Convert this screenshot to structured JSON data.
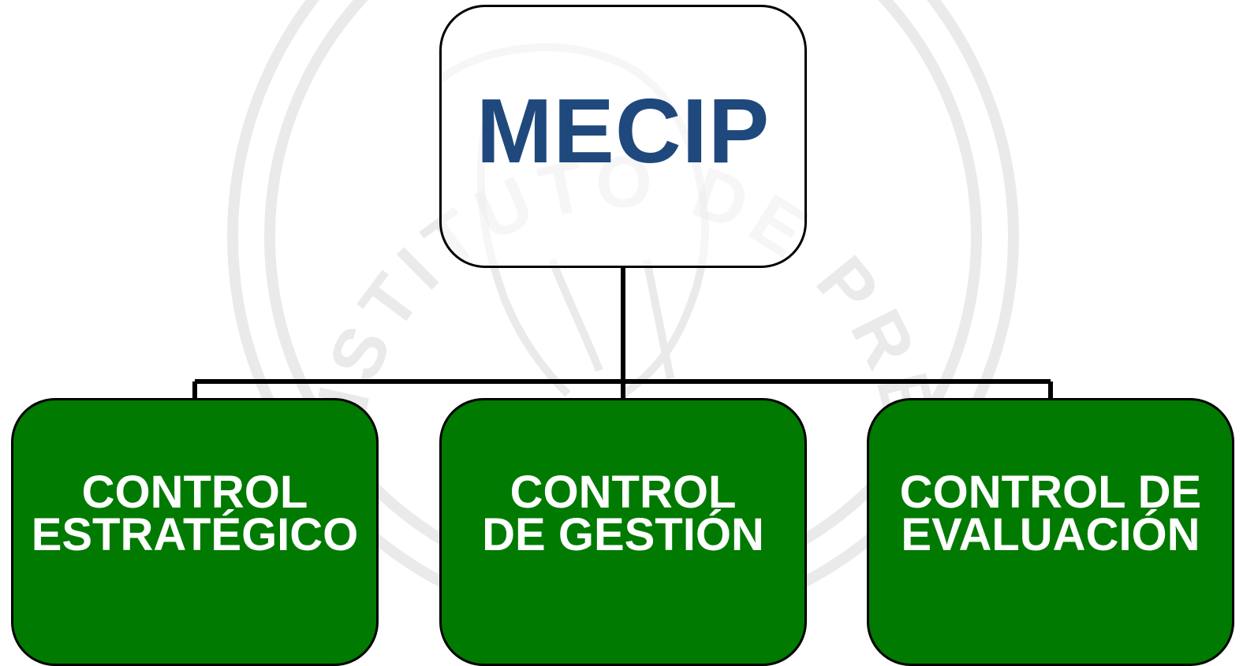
{
  "colors": {
    "root_text": "#1f497d",
    "child_fill": "#007a00",
    "child_text": "#ffffff",
    "line": "#000000",
    "watermark": "#d9d9d9"
  },
  "diagram": {
    "root": {
      "label": "MECIP"
    },
    "children": [
      {
        "label": "CONTROL\nESTRATÉGICO"
      },
      {
        "label": "CONTROL\nDE GESTIÓN"
      },
      {
        "label": "CONTROL DE\nEVALUACIÓN"
      }
    ]
  },
  "watermark": {
    "seal_text": "INSTITUTO DE PREVISIÓN SOCIAL"
  }
}
